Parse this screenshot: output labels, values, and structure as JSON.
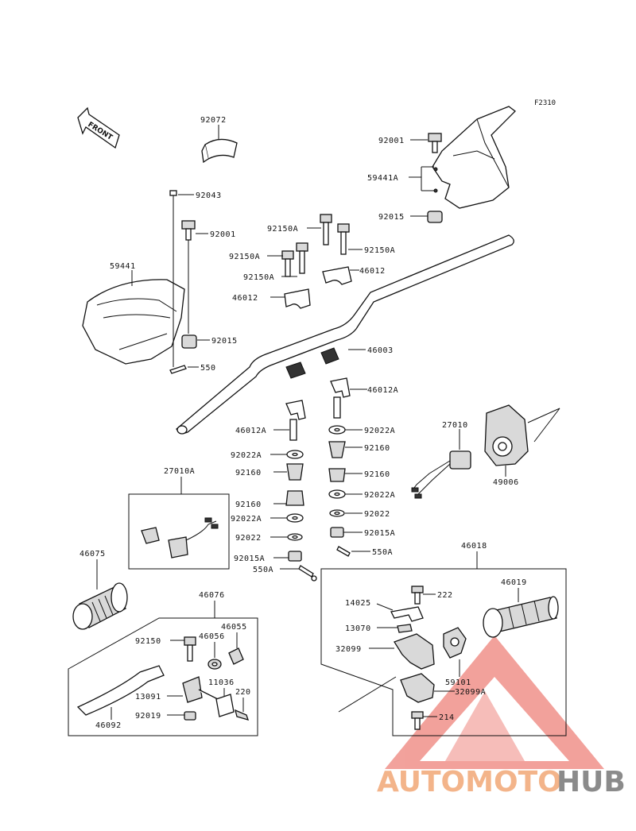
{
  "ref_code": "F2310",
  "front_label": "FRONT",
  "labels": {
    "l92072": "92072",
    "l92001a": "92001",
    "l59441A": "59441A",
    "l92015a": "92015",
    "l92043": "92043",
    "l92001b": "92001",
    "l59441": "59441",
    "l92015b": "92015",
    "l550a": "550",
    "l92150A_1": "92150A",
    "l92150A_2": "92150A",
    "l92150A_3": "92150A",
    "l92150A_4": "92150A",
    "l46012a": "46012",
    "l46012b": "46012",
    "l46003": "46003",
    "l46012A_1": "46012A",
    "l46012A_2": "46012A",
    "l92022A_r1": "92022A",
    "l92160_r1": "92160",
    "l92160_r2": "92160",
    "l92022A_r2": "92022A",
    "l92022_r": "92022",
    "l92015A_r": "92015A",
    "l550A_r": "550A",
    "l92022A_l1": "92022A",
    "l92160_l1": "92160",
    "l92160_l2": "92160",
    "l92022A_l2": "92022A",
    "l92022_l": "92022",
    "l92015A_l": "92015A",
    "l550A_l": "550A",
    "l27010": "27010",
    "l49006": "49006",
    "l27010A": "27010A",
    "l46075": "46075",
    "l46076": "46076",
    "l92150": "92150",
    "l46056": "46056",
    "l46055": "46055",
    "l11036": "11036",
    "l220": "220",
    "l13091": "13091",
    "l92019": "92019",
    "l46092": "46092",
    "l46018": "46018",
    "l46019": "46019",
    "l14025": "14025",
    "l222": "222",
    "l13070": "13070",
    "l32099": "32099",
    "l59101": "59101",
    "l32099A": "32099A",
    "l214": "214"
  },
  "watermark": {
    "part1": "AUTOMOTO",
    "part2": "HUB",
    "color_primary": "#f3b48a",
    "color_secondary": "#8b8b8b",
    "triangle_color": "#e8554a"
  }
}
